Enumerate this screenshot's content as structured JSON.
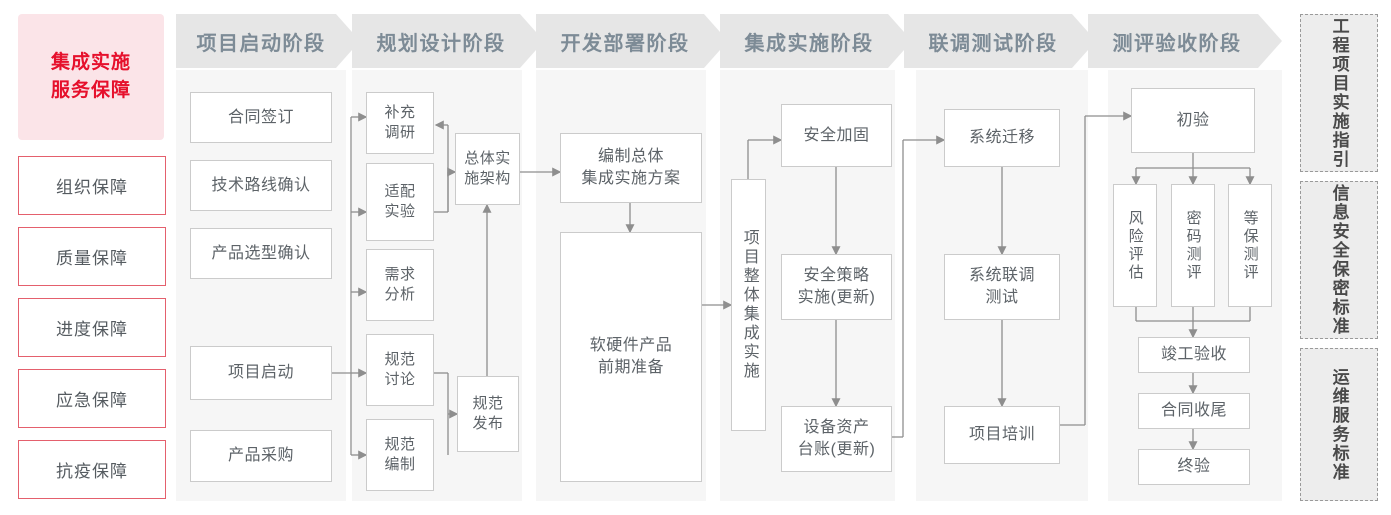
{
  "left_sidebar": {
    "header": "集成实施\n服务保障",
    "header_line1": "集成实施",
    "header_line2": "服务保障",
    "items": [
      {
        "label": "组织保障"
      },
      {
        "label": "质量保障"
      },
      {
        "label": "进度保障"
      },
      {
        "label": "应急保障"
      },
      {
        "label": "抗疫保障"
      }
    ]
  },
  "phases": [
    {
      "label": "项目启动阶段"
    },
    {
      "label": "规划设计阶段"
    },
    {
      "label": "开发部署阶段"
    },
    {
      "label": "集成实施阶段"
    },
    {
      "label": "联调测试阶段"
    },
    {
      "label": "测评验收阶段"
    }
  ],
  "nodes": {
    "p1": [
      {
        "label": "合同签订"
      },
      {
        "label": "技术路线确认"
      },
      {
        "label": "产品选型确认"
      },
      {
        "label": "项目启动"
      },
      {
        "label": "产品采购"
      }
    ],
    "p2": [
      {
        "label": "补充\n调研",
        "l1": "补充",
        "l2": "调研"
      },
      {
        "label": "适配\n实验",
        "l1": "适配",
        "l2": "实验"
      },
      {
        "label": "需求\n分析",
        "l1": "需求",
        "l2": "分析"
      },
      {
        "label": "规范\n讨论",
        "l1": "规范",
        "l2": "讨论"
      },
      {
        "label": "规范\n编制",
        "l1": "规范",
        "l2": "编制"
      },
      {
        "label": "总体实\n施架构",
        "l1": "总体实",
        "l2": "施架构"
      },
      {
        "label": "规范\n发布",
        "l1": "规范",
        "l2": "发布"
      }
    ],
    "p3": [
      {
        "label": "编制总体\n集成实施方案",
        "l1": "编制总体",
        "l2": "集成实施方案"
      },
      {
        "label": "软硬件产品\n前期准备",
        "l1": "软硬件产品",
        "l2": "前期准备"
      }
    ],
    "p4": [
      {
        "label": "项目整体集成实施"
      },
      {
        "label": "安全加固"
      },
      {
        "label": "安全策略\n实施(更新)",
        "l1": "安全策略",
        "l2": "实施(更新)"
      },
      {
        "label": "设备资产\n台账(更新)",
        "l1": "设备资产",
        "l2": "台账(更新)"
      }
    ],
    "p5": [
      {
        "label": "系统迁移"
      },
      {
        "label": "系统联调\n测试",
        "l1": "系统联调",
        "l2": "测试"
      },
      {
        "label": "项目培训"
      }
    ],
    "p6": [
      {
        "label": "初验"
      },
      {
        "label": "风险评估"
      },
      {
        "label": "密码测评"
      },
      {
        "label": "等保测评"
      },
      {
        "label": "竣工验收"
      },
      {
        "label": "合同收尾"
      },
      {
        "label": "终验"
      }
    ]
  },
  "right_sidebar": {
    "items": [
      {
        "label": "工程项目实施指引"
      },
      {
        "label": "信息安全保密标准"
      },
      {
        "label": "运维服务标准"
      }
    ]
  },
  "colors": {
    "brand_red": "#e6102c",
    "brand_pink_bg": "#fbe4e8",
    "item_border_red": "#e4606d",
    "column_bg": "#f6f6f6",
    "banner_gray": "#e6e6e6",
    "banner_text": "#7d8b96",
    "node_border": "#cbcbcb",
    "node_text": "#5d6368",
    "wire_gray": "#9a9a9a",
    "std_bg": "#ededed",
    "std_border": "#9a9a9a"
  }
}
